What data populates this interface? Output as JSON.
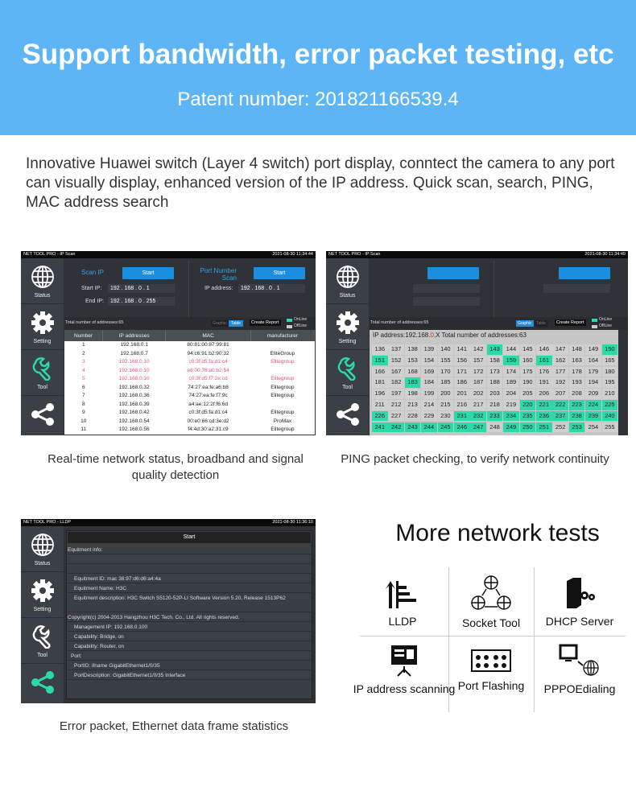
{
  "banner": {
    "title": "Support bandwidth, error packet testing, etc",
    "patent": "Patent number: 201821166539.4"
  },
  "intro": "Innovative Huawei switch (Layer 4 switch) port display, conntect the camera to any port can visually display, enhanced version of the IP address. Quick scan, search, PING, MAC address search",
  "sidebar": {
    "status": "Status",
    "setting": "Setting",
    "tool": "Tool"
  },
  "screen_a": {
    "title": "NET TOOL PRO - IP Scan",
    "time": "2021-08-30 11:34:44",
    "scan_ip": "Scan IP",
    "start": "Start",
    "start_ip_label": "Start IP:",
    "start_ip": "192 . 168 .  0  .  1",
    "end_ip_label": "End IP:",
    "end_ip": "192 . 168 .  0  . 255",
    "port_scan": "Port Number Scan",
    "ip_address_label": "IP address:",
    "ip_address": "192 . 168 .  0  .  1",
    "total": "Total number of addresses:65",
    "graphic": "Graphic",
    "table": "Table",
    "create_report": "Create Report",
    "online": "OnLine",
    "offline": "OffLine",
    "columns": [
      "Number",
      "IP addresses",
      "MAC",
      "manufacturer"
    ],
    "rows": [
      [
        "1",
        "192.168.0.1",
        "80:81:00:87:99:81",
        "",
        false
      ],
      [
        "2",
        "192.168.0.7",
        "94:c6:91:b2:90:32",
        "EliteGroup",
        false
      ],
      [
        "3",
        "192.168.0.10",
        "c0:3f:d5:fa:d1:c4",
        "Elitegroup",
        true
      ],
      [
        "4",
        "192.168.0.10",
        "e8:00:78:a0:b2:54",
        "",
        true
      ],
      [
        "5",
        "192.168.0.10",
        "c0:3f:d5:f7:2e:cd",
        "Elitegroup",
        true
      ],
      [
        "6",
        "192.168.0.32",
        "74:27:ea:fe:a6:b8",
        "Elitegroup",
        false
      ],
      [
        "7",
        "192.168.0.36",
        "74:27:ea:fe:f7:9c",
        "Elitegroup",
        false
      ],
      [
        "8",
        "192.168.0.39",
        "a4:ae:12:2f:f6:6d",
        "",
        false
      ],
      [
        "9",
        "192.168.0.42",
        "c0:3f:d5:fa:d1:c4",
        "Elitegroup",
        false
      ],
      [
        "10",
        "192.168.0.54",
        "00:e0:66:cd:3e:d2",
        "ProMax",
        false
      ],
      [
        "11",
        "192.168.0.56",
        "f4:4d:30:a2:31:c9",
        "Elitegroup",
        false
      ]
    ]
  },
  "screen_b": {
    "title": "NET TOOL PRO - IP Scan",
    "time": "2021-08-30 11:34:49",
    "grid_header_prefix": "IP address:192.168.",
    "grid_header_red": "0",
    "grid_header_suffix": ".X Total number of addresses:63",
    "first": 136,
    "last": 255,
    "online": [
      143,
      150,
      151,
      159,
      161,
      183,
      220,
      221,
      222,
      223,
      224,
      225,
      226,
      231,
      232,
      233,
      234,
      235,
      236,
      237,
      238,
      239,
      240,
      241,
      242,
      243,
      244,
      245,
      246,
      247,
      249,
      250,
      251,
      253
    ]
  },
  "screen_c": {
    "title": "NET TOOL PRO - LLDP",
    "time": "2021-08-30 11:36:10",
    "start": "Start",
    "lines": [
      {
        "t": "Equitment info:",
        "i": 0
      },
      {
        "t": "",
        "i": 0
      },
      {
        "t": "",
        "i": 0
      },
      {
        "t": "Equitment ID:   mac 38:97:d6:d6:a4:4a",
        "i": 1
      },
      {
        "t": "Equitment Name:     H3C",
        "i": 1
      },
      {
        "t": "Equitment description:    H3C Switch S5120-52P-LI Software Version 5.20, Release 1513P62",
        "i": 1
      },
      {
        "t": "Copyright(c) 2004-2013 Hangzhou H3C Tech. Co., Ltd. All rights reserved.",
        "i": 0
      },
      {
        "t": "Management IP:     192.168.0.100",
        "i": 1
      },
      {
        "t": "Capability:  Bridge, on",
        "i": 1
      },
      {
        "t": "Capability:  Router, on",
        "i": 1
      },
      {
        "t": "Port:",
        "i": 2
      },
      {
        "t": "PortID:      ifname GigabitEthernet1/0/35",
        "i": 1
      },
      {
        "t": "PortDescription:   GigabitEthernet1/0/35 Interface",
        "i": 1
      }
    ]
  },
  "captions": {
    "a": "Real-time network status, broadband and signal quality detection",
    "b": "PING packet checking, to verify network continuity",
    "c": "Error packet, Ethernet data frame statistics"
  },
  "more": {
    "title": "More network tests",
    "tools": [
      "LLDP",
      "Socket Tool",
      "DHCP Server",
      "IP address scanning",
      "Port  Flashing",
      "PPPOEdialing"
    ]
  },
  "colors": {
    "banner": "#5db5f6",
    "accent": "#1b8ee0",
    "online": "#2adba9",
    "error": "#f0508a"
  }
}
